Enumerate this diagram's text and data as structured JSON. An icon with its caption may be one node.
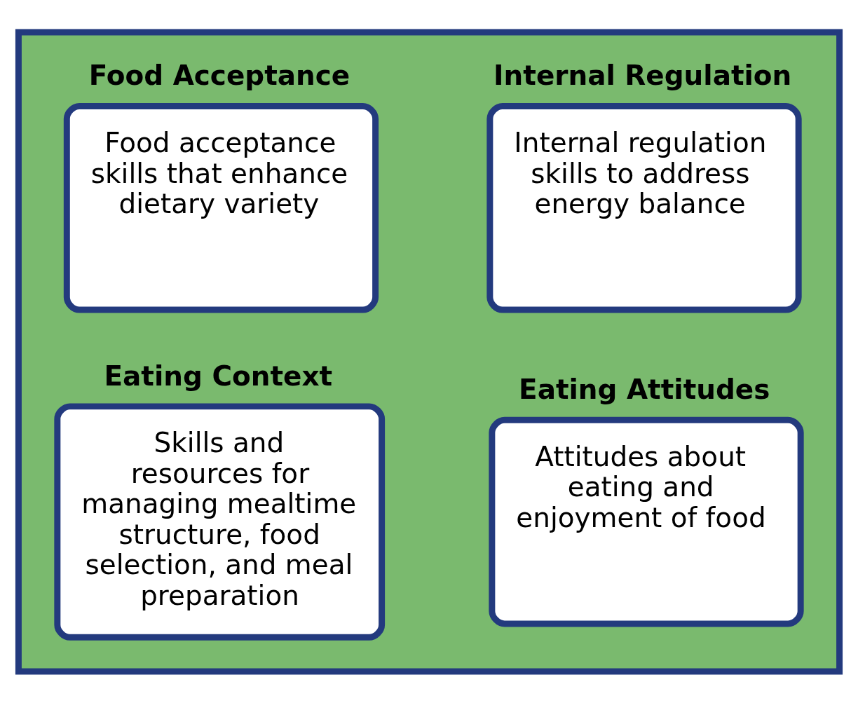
{
  "diagram": {
    "nodes": [
      {
        "text": [],
        "shape": "box"
      },
      {
        "text": [
          "Food Acceptance",
          "Food acceptance skills that enhance dietary variety"
        ],
        "in": 0
      },
      {
        "text": [
          "Internal Regulation",
          "Internal regulation skills to address energy balance"
        ],
        "in": 0
      },
      {
        "text": [
          "Eating Context",
          "Skills and resources for managing mealtime structure, food selection, and meal preparation"
        ],
        "in": 0
      },
      {
        "text": [
          "Eating Attitudes",
          "Attitudes about eating and enjoyment of food"
        ],
        "in": 0
      }
    ],
    "edges": []
  }
}
